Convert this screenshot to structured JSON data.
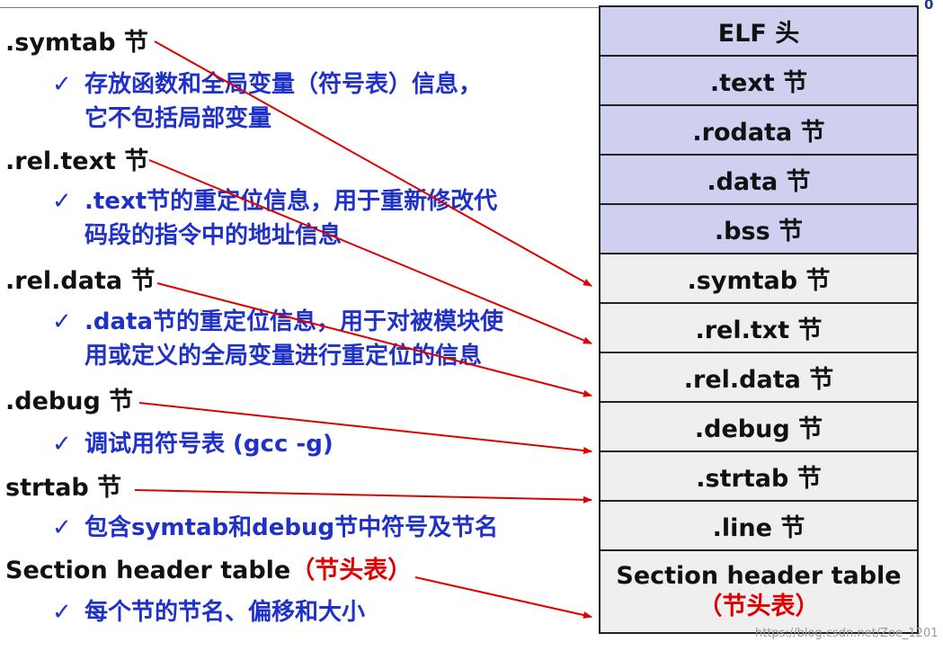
{
  "corner_mark": "0",
  "left": {
    "symtab": {
      "title": ".symtab 节",
      "bullet": [
        "存放函数和全局变量（符号表）信息，",
        "它不包括局部变量"
      ]
    },
    "rel_text": {
      "title": ".rel.text 节",
      "bullet": [
        ".text节的重定位信息，用于重新修改代",
        "码段的指令中的地址信息"
      ]
    },
    "rel_data": {
      "title": ".rel.data 节",
      "bullet": [
        ".data节的重定位信息，用于对被模块使",
        "用或定义的全局变量进行重定位的信息"
      ]
    },
    "debug": {
      "title": ".debug 节",
      "bullet": [
        "调试用符号表 (gcc -g)"
      ]
    },
    "strtab": {
      "title": "strtab 节",
      "bullet": [
        "包含symtab和debug节中符号及节名"
      ]
    },
    "sht": {
      "title": "Section header table",
      "title_red": "（节头表）",
      "bullet": [
        "每个节的节名、偏移和大小"
      ]
    },
    "check_mark": "✓"
  },
  "stack": {
    "cells": [
      {
        "label": "ELF 头",
        "style": "blue"
      },
      {
        "label": ".text 节",
        "style": "blue"
      },
      {
        "label": ".rodata 节",
        "style": "blue"
      },
      {
        "label": ".data 节",
        "style": "blue"
      },
      {
        "label": ".bss 节",
        "style": "blue"
      },
      {
        "label": ".symtab 节",
        "style": "gray"
      },
      {
        "label": ".rel.txt 节",
        "style": "gray"
      },
      {
        "label": ".rel.data 节",
        "style": "gray"
      },
      {
        "label": ".debug 节",
        "style": "gray"
      },
      {
        "label": ".strtab 节",
        "style": "gray"
      },
      {
        "label": ".line 节",
        "style": "gray"
      }
    ],
    "last": {
      "label": "Section header table",
      "sub": "（节头表）",
      "style": "gray"
    }
  },
  "watermark": "https://blog.csdn.net/Zoe_1201",
  "colors": {
    "bullet_text": "#1f31c6",
    "highlight": "#e00000",
    "arrow": "#e00000",
    "sys_cell": "#cfd0f0",
    "data_cell": "#efefef"
  }
}
